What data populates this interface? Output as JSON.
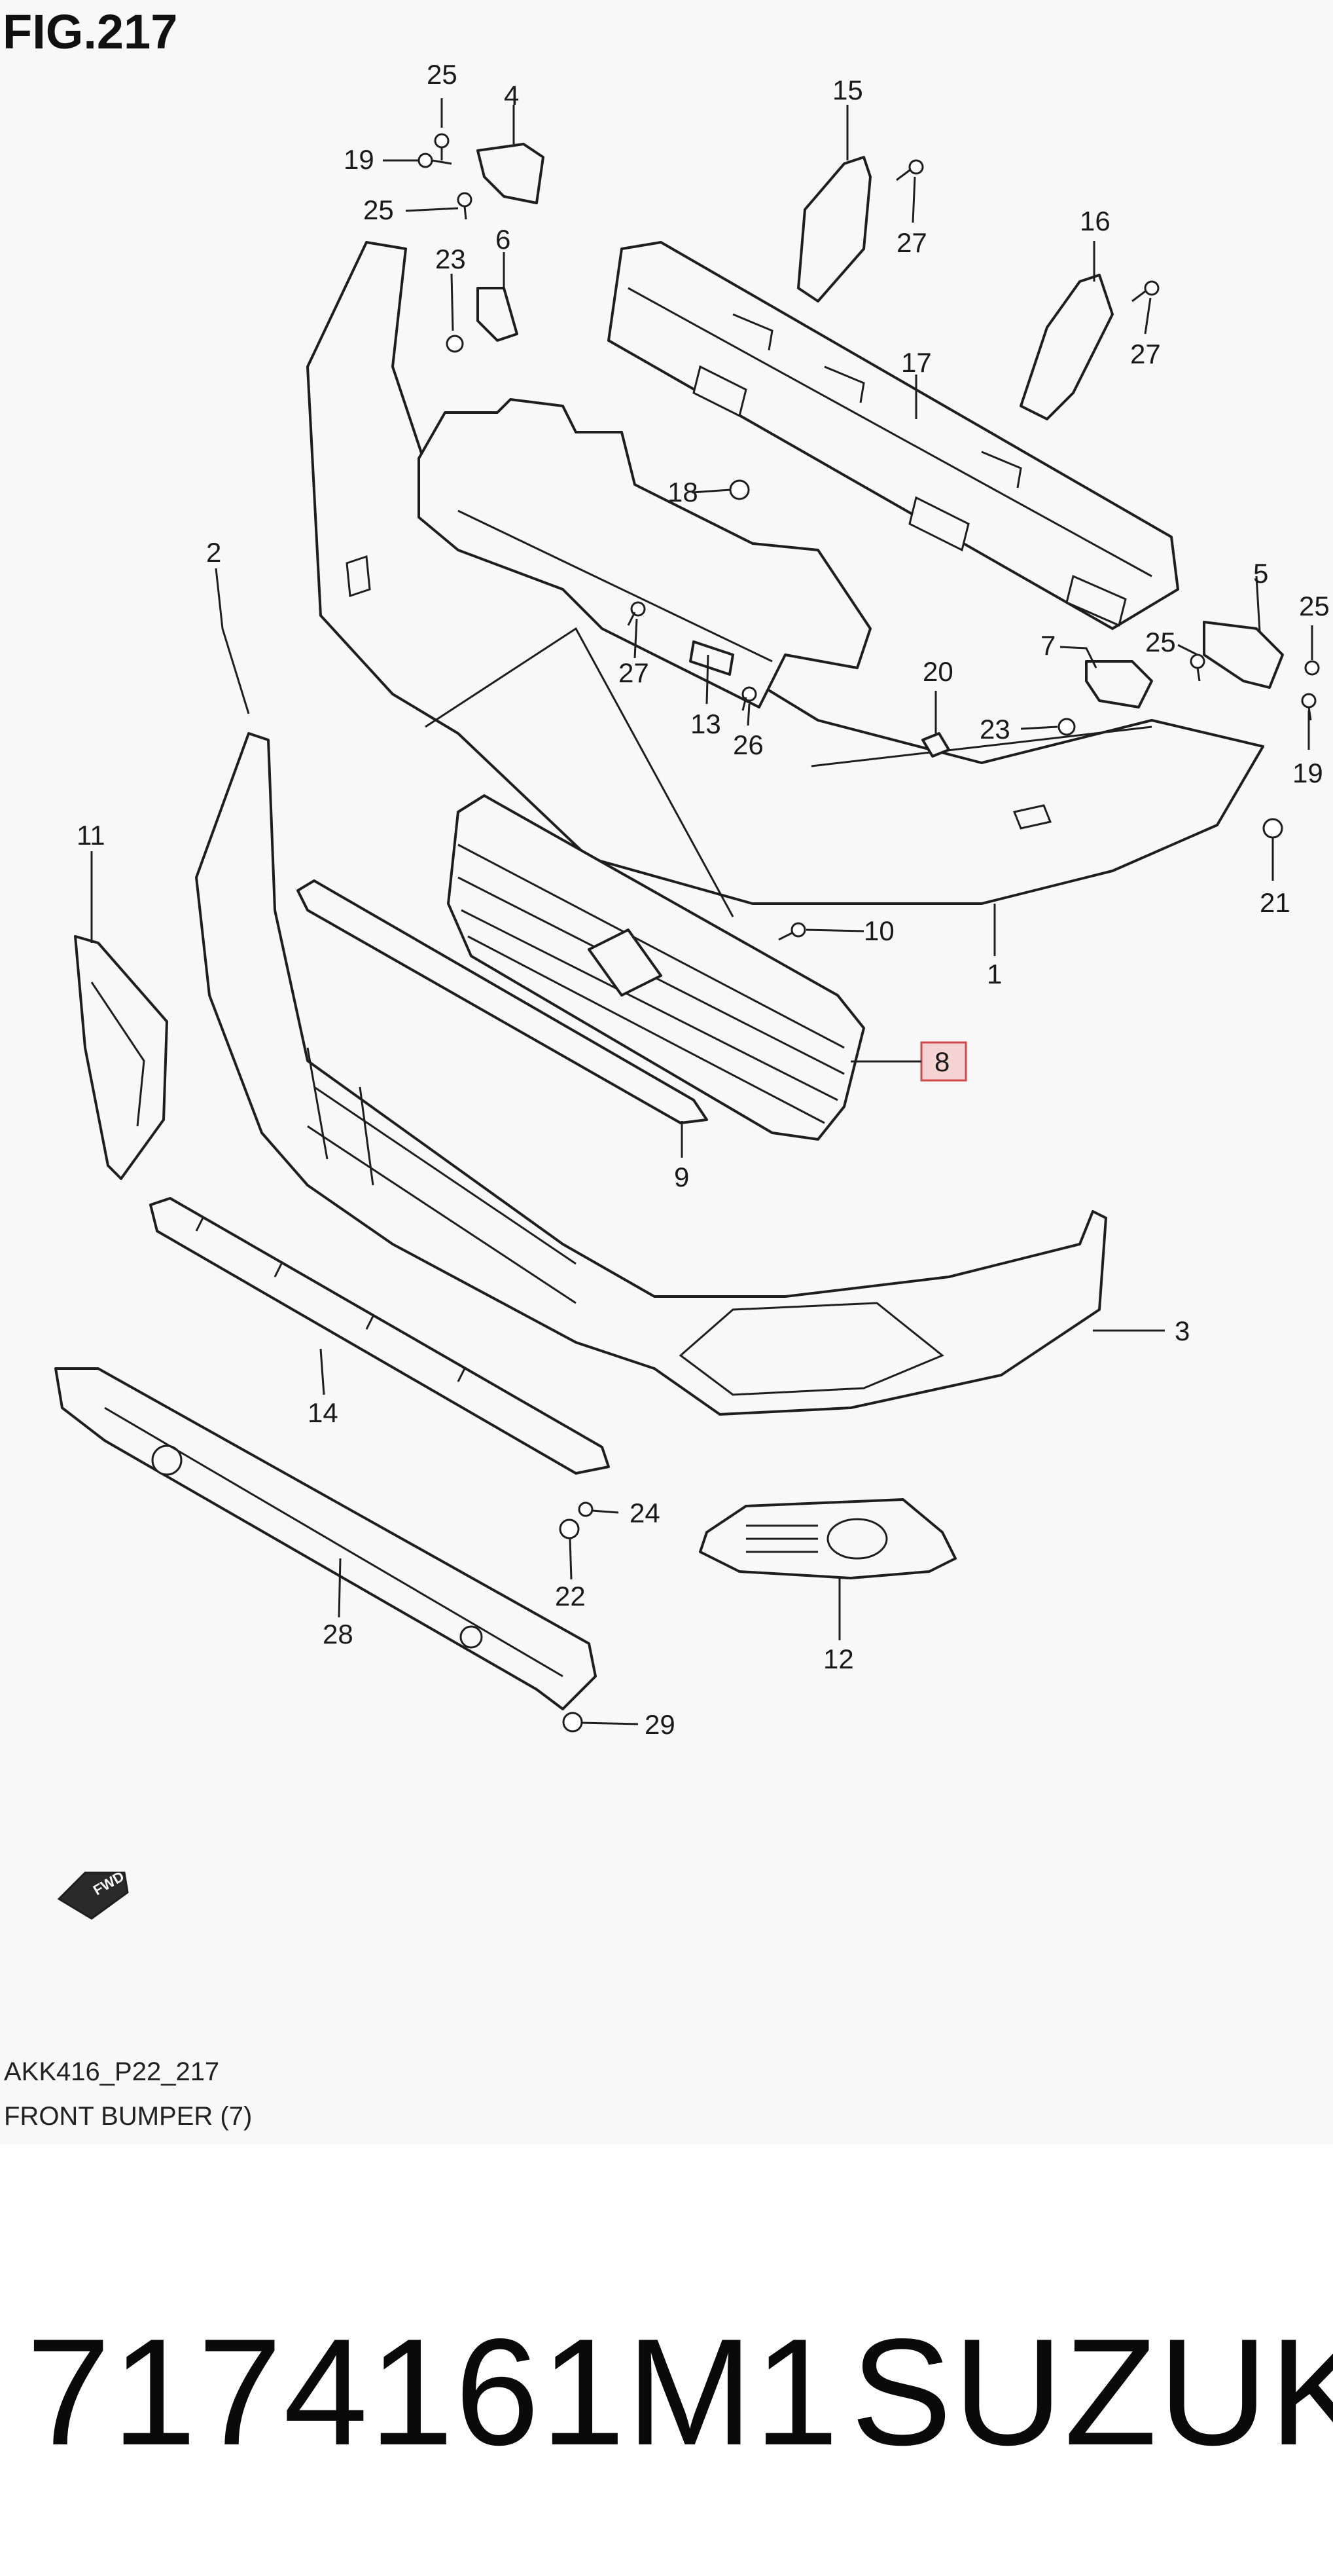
{
  "figure_title": "FIG.217",
  "diagram_code": "AKK416_P22_217",
  "diagram_name": "FRONT BUMPER (7)",
  "part_number": "7174161M1",
  "brand": "SUZUKI",
  "fwd_label": "FWD",
  "highlighted_part": "8",
  "highlight_color": "#f6d3d3",
  "callouts": [
    "25",
    "4",
    "19",
    "25",
    "23",
    "6",
    "15",
    "27",
    "16",
    "27",
    "17",
    "18",
    "2",
    "27",
    "13",
    "26",
    "7",
    "25",
    "5",
    "25",
    "20",
    "23",
    "19",
    "21",
    "11",
    "10",
    "1",
    "8",
    "9",
    "3",
    "14",
    "24",
    "22",
    "12",
    "28",
    "29"
  ]
}
